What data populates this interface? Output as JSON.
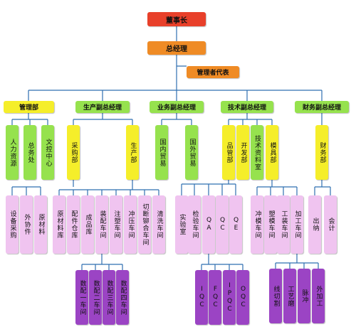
{
  "colors": {
    "red": "#e8402a",
    "orange": "#ef8b25",
    "yellow": "#f5ee2a",
    "green": "#96e24e",
    "pink": "#f0c4f0",
    "purple": "#9b44c4",
    "line": "#2f6fb0"
  },
  "chart": {
    "chairman": "董事长",
    "general_manager": "总经理",
    "management_rep": "管理者代表",
    "level2": {
      "admin": "管理部",
      "production_vgm": "生产副总经理",
      "business_vgm": "业务副总经理",
      "tech_vgm": "技术副总经理",
      "finance_vgm": "财务副总经理"
    },
    "level3": {
      "hr": "人力资源",
      "general_affairs": "总务处",
      "doc_control": "文控中心",
      "purchasing": "采购部",
      "production": "生产部",
      "domestic_trade": "国内贸易",
      "foreign_trade": "国外贸易",
      "quality": "品管部",
      "development": "开发部",
      "tech_docs": "技术资料室",
      "mold": "模具部",
      "finance": "财务部"
    },
    "level4": {
      "equip_purchase": "设备采购",
      "outsourcing": "外协件",
      "raw_material": "原材料",
      "raw_warehouse": "原材料库",
      "parts_warehouse": "配件仓库",
      "finished_goods": "成品库",
      "assembly": "装配车间",
      "injection": "注塑车间",
      "stamping": "冲压车间",
      "cut_rivet": "切断铆合车间",
      "cleaning": "清洗车间",
      "lab": "实验室",
      "inspection": "检验车间",
      "qa": "QA",
      "qc": "QC",
      "qe": "QE",
      "punch_mold": "冲模车间",
      "plastic_mold": "塑模车间",
      "tooling": "工装车间",
      "machining": "加工车间",
      "cashier": "出纳",
      "accounting": "会计"
    },
    "level5": {
      "cnc1": "数配一车间",
      "cnc2": "数配二车间",
      "cnc3": "数配三车间",
      "cnc4": "数配四车间",
      "iqc": "IQC",
      "fqc": "FQC",
      "ipqc": "IPQC",
      "oqc": "OQC",
      "wire_cut": "线切割",
      "process": "工艺磨",
      "pulse": "脉冲",
      "outside": "外加工"
    }
  }
}
